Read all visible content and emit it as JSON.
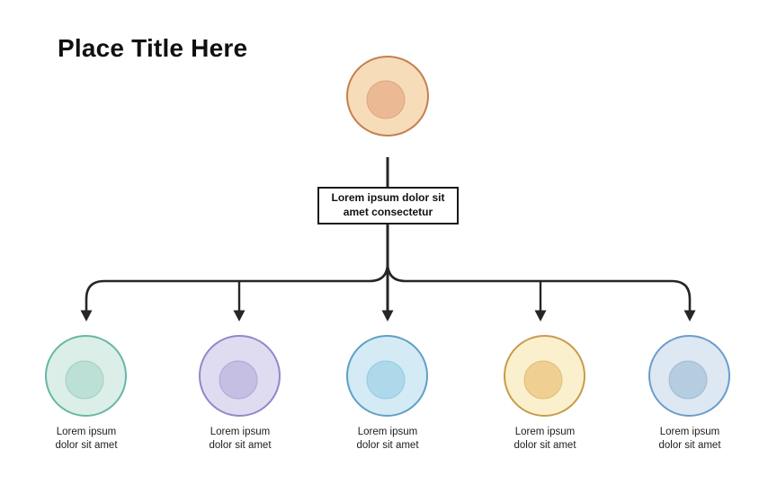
{
  "title": "Place Title Here",
  "line_color": "#262626",
  "root_cell": {
    "fill": "#F7DCBA",
    "border": "#C4804C",
    "nucleus_fill": "#EBB993",
    "nucleus_border": "#D9A77F"
  },
  "connector_box": {
    "text": "Lorem ipsum dolor sit\namet consectetur"
  },
  "cells": [
    {
      "caption": "Lorem ipsum\ndolor sit amet",
      "fill": "#DCEEE8",
      "border": "#66B7A5",
      "nucleus_fill": "#BCE0D5",
      "nucleus_border": "#9ED0C2"
    },
    {
      "caption": "Lorem ipsum\ndolor sit amet",
      "fill": "#DFDCF1",
      "border": "#9188C9",
      "nucleus_fill": "#C5BFE3",
      "nucleus_border": "#AFA7D6"
    },
    {
      "caption": "Lorem ipsum\ndolor sit amet",
      "fill": "#D4EAF4",
      "border": "#5EA0C5",
      "nucleus_fill": "#AED9EA",
      "nucleus_border": "#93CAE2"
    },
    {
      "caption": "Lorem ipsum\ndolor sit amet",
      "fill": "#FAF0CD",
      "border": "#C79B4B",
      "nucleus_fill": "#F0D092",
      "nucleus_border": "#DFBC77"
    },
    {
      "caption": "Lorem ipsum\ndolor sit amet",
      "fill": "#DDE8F2",
      "border": "#6B9CCB",
      "nucleus_fill": "#B5CDDF",
      "nucleus_border": "#9FBCD3"
    }
  ]
}
